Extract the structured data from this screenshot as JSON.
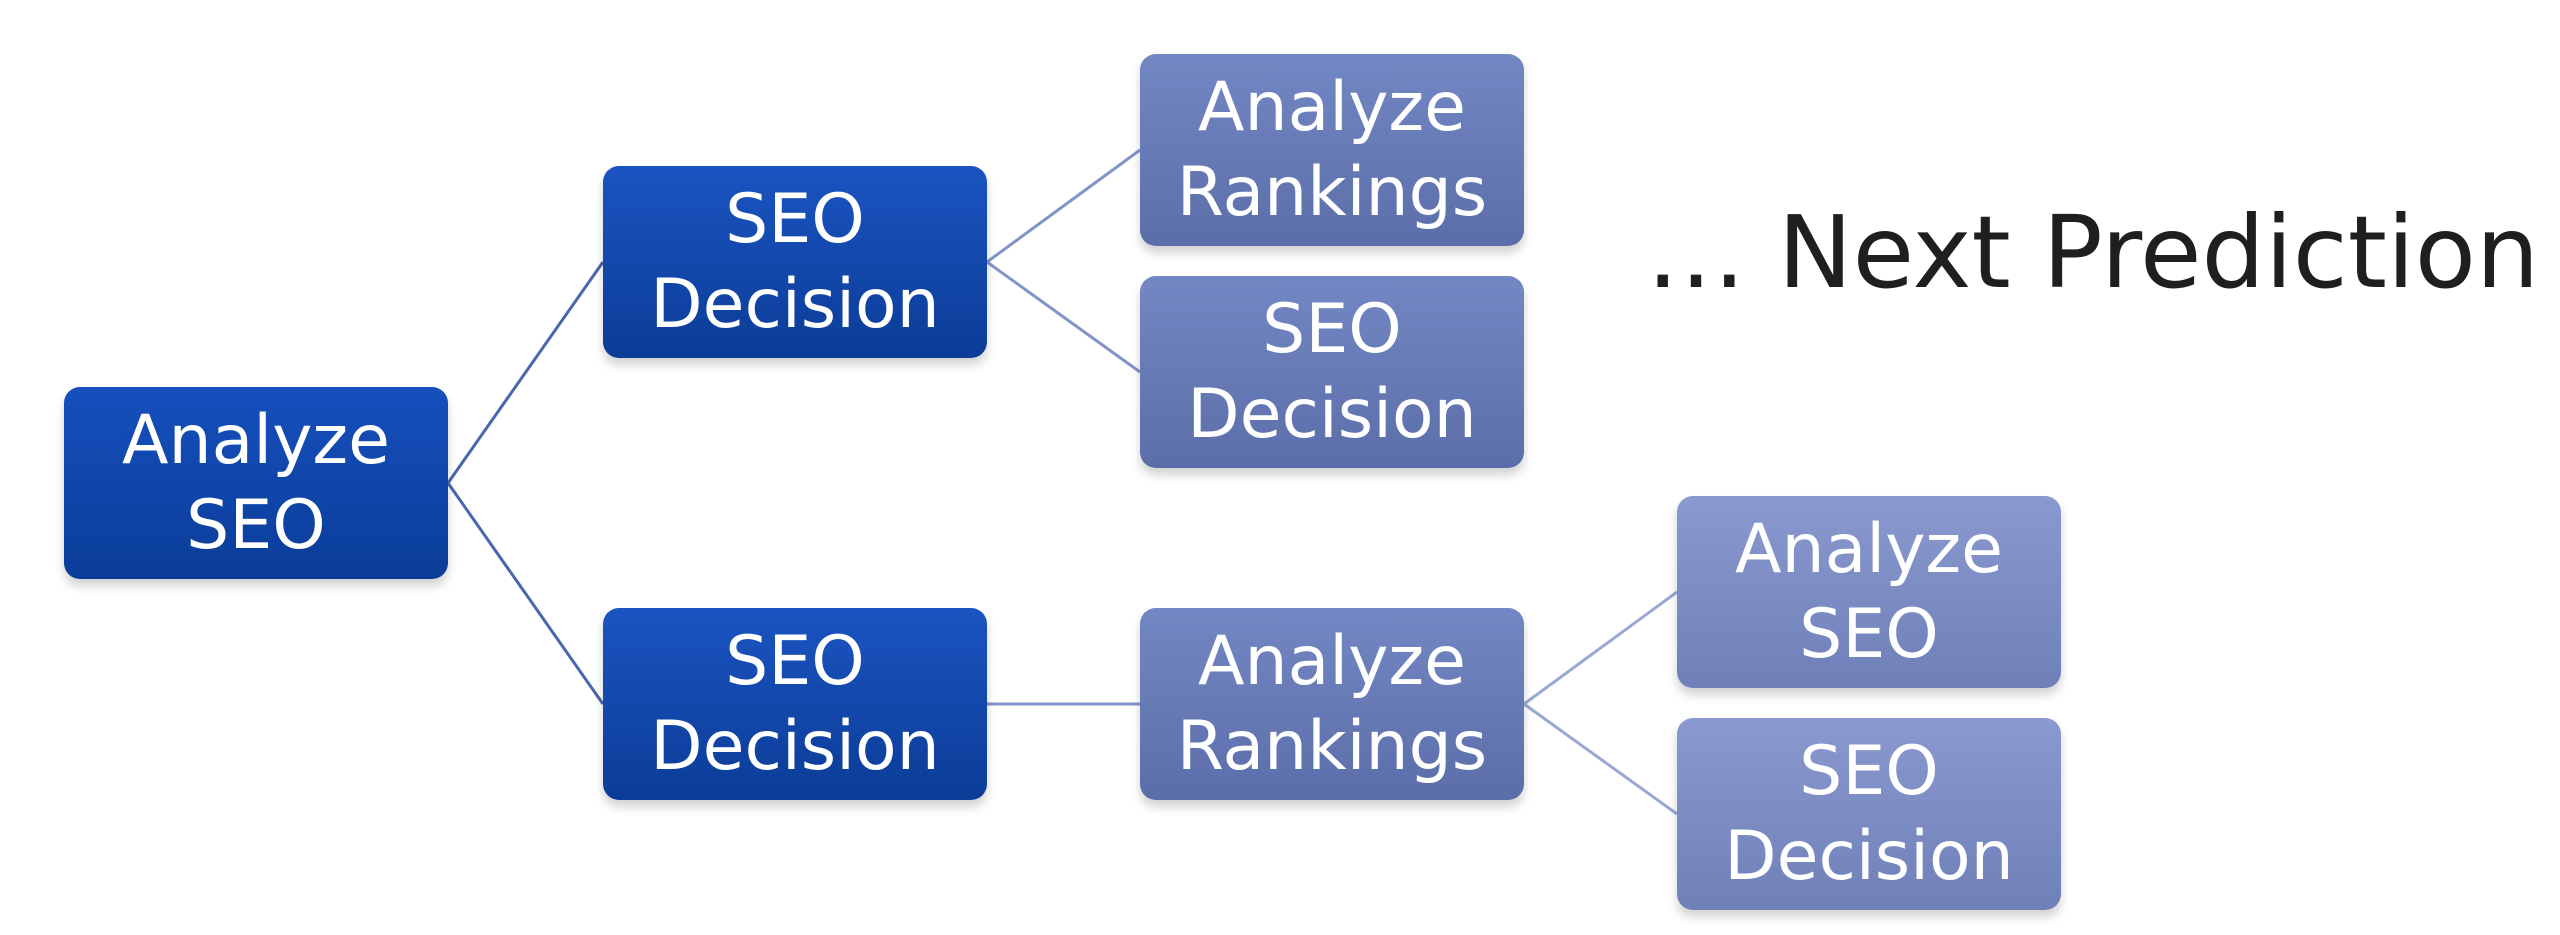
{
  "diagram": {
    "nodes": [
      {
        "label": "Analyze\nSEO"
      },
      {
        "label": "SEO\nDecision"
      },
      {
        "label": "SEO\nDecision"
      },
      {
        "label": "Analyze\nRankings"
      },
      {
        "label": "SEO\nDecision"
      },
      {
        "label": "Analyze\nRankings"
      },
      {
        "label": "Analyze\nSEO"
      },
      {
        "label": "SEO\nDecision"
      }
    ],
    "next_prediction": "… Next Prediction",
    "colors": {
      "primary_node": "#0b45aa",
      "secondary_node": "#6a7cb7",
      "tertiary_node": "#7d8ec7",
      "connector": "#6f82bd"
    }
  }
}
